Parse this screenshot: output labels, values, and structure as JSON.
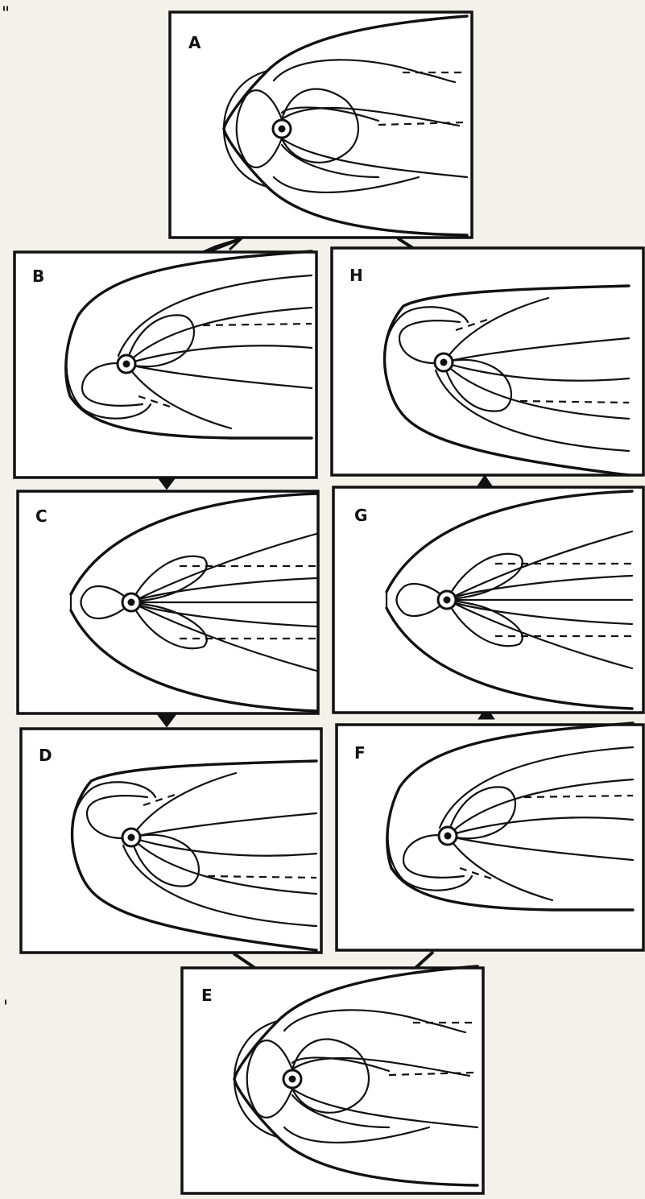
{
  "figure": {
    "panels": [
      {
        "id": "A",
        "label": "A",
        "variant": "symmetric"
      },
      {
        "id": "B",
        "label": "B",
        "variant": "north-tilt"
      },
      {
        "id": "C",
        "label": "C",
        "variant": "pole-on"
      },
      {
        "id": "D",
        "label": "D",
        "variant": "south-tilt"
      },
      {
        "id": "E",
        "label": "E",
        "variant": "symmetric"
      },
      {
        "id": "F",
        "label": "F",
        "variant": "north-tilt"
      },
      {
        "id": "G",
        "label": "G",
        "variant": "pole-on"
      },
      {
        "id": "H",
        "label": "H",
        "variant": "south-tilt"
      }
    ],
    "sequence": [
      "A",
      "B",
      "C",
      "D",
      "E",
      "F",
      "G",
      "H",
      "A"
    ],
    "colors": {
      "ink": "#111111",
      "paper": "#ffffff",
      "background": "#f3f1ea"
    }
  }
}
